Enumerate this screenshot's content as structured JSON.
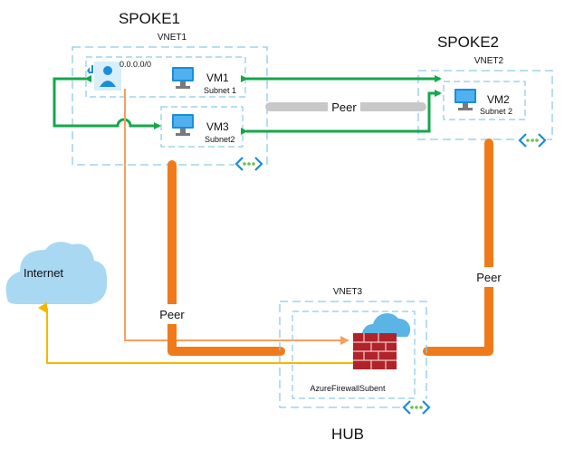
{
  "spoke1": {
    "title": "SPOKE1",
    "vnet": "VNET1"
  },
  "spoke2": {
    "title": "SPOKE2",
    "vnet": "VNET2"
  },
  "hub": {
    "title": "HUB",
    "vnet": "VNET3",
    "subnet": "AzureFirewallSubent"
  },
  "user_route": "0.0.0.0/0",
  "vms": {
    "vm1": {
      "name": "VM1",
      "subnet": "Subnet 1"
    },
    "vm3": {
      "name": "VM3",
      "subnet": "Subnet2"
    },
    "vm2": {
      "name": "VM2",
      "subnet": "Subnet 2"
    }
  },
  "internet_label": "Internet",
  "peer_labels": {
    "spoke_to_spoke": "Peer",
    "spoke1_hub": "Peer",
    "spoke2_hub": "Peer"
  },
  "colors": {
    "dashed_border": "#8ec9e8",
    "route_green": "#12a84a",
    "peer_orange": "#f07a1a",
    "user_route_orange": "#f4a060",
    "internet_yellow": "#f5b800",
    "peer_grey": "#c8c8c8",
    "cloud_fill": "#a9d8f3"
  }
}
